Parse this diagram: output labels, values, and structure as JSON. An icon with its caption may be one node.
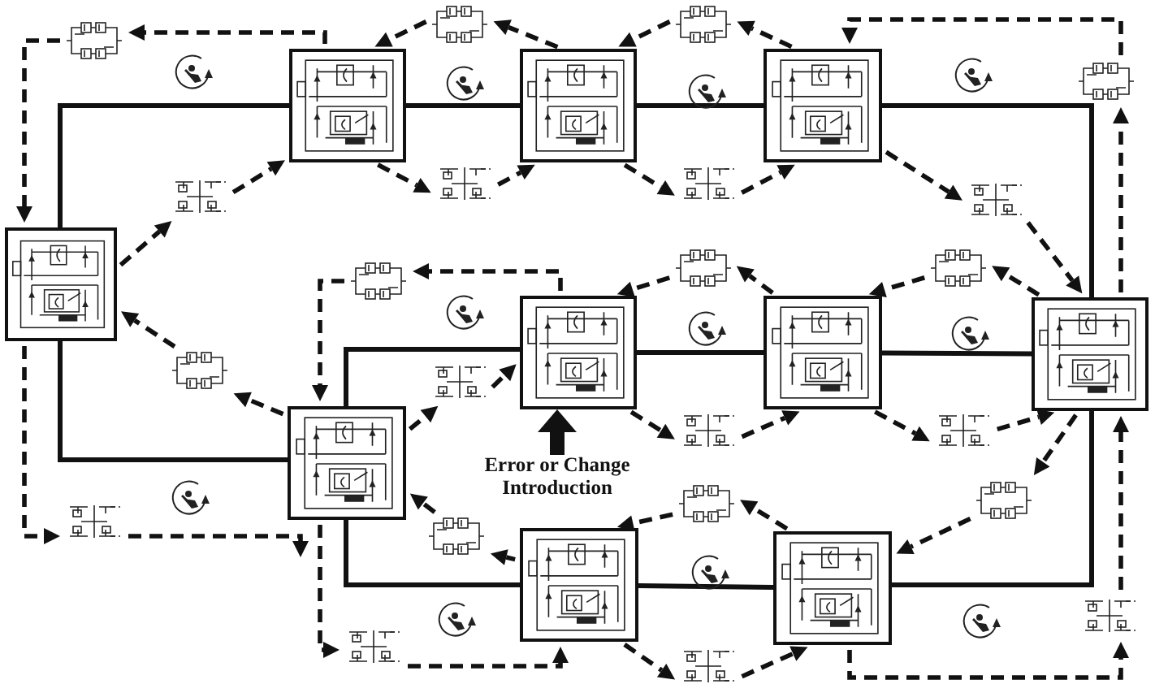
{
  "diagram": {
    "nodes": [
      {
        "text": [],
        "shape": "picture"
      },
      {
        "text": [],
        "shape": "picture"
      },
      {
        "text": [],
        "shape": "picture"
      },
      {
        "text": [],
        "shape": "box"
      },
      {
        "text": [],
        "shape": "box"
      },
      {
        "text": [],
        "shape": "box"
      },
      {
        "text": [],
        "shape": "picture"
      },
      {
        "text": [],
        "shape": "picture"
      },
      {
        "text": [],
        "shape": "picture"
      },
      {
        "text": [],
        "shape": "picture"
      },
      {
        "text": [],
        "shape": "picture"
      },
      {
        "text": [],
        "shape": "box"
      },
      {
        "text": [],
        "shape": "picture"
      },
      {
        "text": [],
        "shape": "picture"
      },
      {
        "text": [],
        "shape": "picture"
      },
      {
        "text": [],
        "shape": "box"
      },
      {
        "text": [],
        "shape": "box"
      },
      {
        "text": [],
        "shape": "box"
      },
      {
        "text": [],
        "shape": "picture"
      },
      {
        "text": [],
        "shape": "picture"
      },
      {
        "text": [],
        "shape": "picture"
      },
      {
        "text": [],
        "shape": "picture"
      },
      {
        "text": [],
        "shape": "box"
      },
      {
        "text": [
          "Error or Change Introduction"
        ]
      },
      {
        "text": [],
        "shape": "picture"
      },
      {
        "text": [],
        "shape": "picture"
      },
      {
        "text": [],
        "shape": "picture"
      },
      {
        "text": [],
        "shape": "picture"
      },
      {
        "text": [],
        "shape": "box"
      },
      {
        "text": [],
        "shape": "box"
      },
      {
        "text": [],
        "shape": "picture"
      },
      {
        "text": [],
        "shape": "picture"
      },
      {
        "text": [],
        "shape": "picture"
      }
    ],
    "edges": [
      {
        "from": 11,
        "to": 3,
        "arrow": "none"
      },
      {
        "from": 3,
        "to": 4,
        "arrow": "none"
      },
      {
        "from": 4,
        "to": 5,
        "arrow": "none"
      },
      {
        "from": 5,
        "to": 17,
        "arrow": "none"
      },
      {
        "from": 11,
        "to": 22,
        "arrow": "none"
      },
      {
        "from": 22,
        "to": 15,
        "arrow": "none"
      },
      {
        "from": 15,
        "to": 16,
        "arrow": "none"
      },
      {
        "from": 16,
        "to": 17,
        "arrow": "none"
      },
      {
        "from": 22,
        "to": 28,
        "arrow": "none"
      },
      {
        "from": 28,
        "to": 29,
        "arrow": "none"
      },
      {
        "from": 29,
        "to": 17,
        "arrow": "none"
      },
      {
        "from": 4,
        "to": 0,
        "arrow": "to",
        "style": "dashed"
      },
      {
        "from": 0,
        "to": 3,
        "arrow": "to",
        "style": "dashed"
      },
      {
        "from": 5,
        "to": 1,
        "arrow": "to",
        "style": "dashed"
      },
      {
        "from": 1,
        "to": 4,
        "arrow": "to",
        "style": "dashed"
      },
      {
        "from": 3,
        "to": 2,
        "arrow": "to",
        "style": "dashed"
      },
      {
        "from": 2,
        "to": 11,
        "arrow": "to",
        "style": "dashed"
      },
      {
        "from": 11,
        "to": 9,
        "arrow": "to",
        "style": "dashed"
      },
      {
        "from": 9,
        "to": 3,
        "arrow": "to",
        "style": "dashed"
      },
      {
        "from": 3,
        "to": 7,
        "arrow": "to",
        "style": "dashed"
      },
      {
        "from": 7,
        "to": 4,
        "arrow": "to",
        "style": "dashed"
      },
      {
        "from": 4,
        "to": 8,
        "arrow": "to",
        "style": "dashed"
      },
      {
        "from": 8,
        "to": 5,
        "arrow": "to",
        "style": "dashed"
      },
      {
        "from": 5,
        "to": 10,
        "arrow": "to",
        "style": "dashed"
      },
      {
        "from": 10,
        "to": 17,
        "arrow": "to",
        "style": "dashed"
      },
      {
        "from": 17,
        "to": 6,
        "arrow": "to",
        "style": "dashed"
      },
      {
        "from": 6,
        "to": 5,
        "arrow": "to",
        "style": "dashed"
      },
      {
        "from": 15,
        "to": 14,
        "arrow": "to",
        "style": "dashed"
      },
      {
        "from": 14,
        "to": 22,
        "arrow": "to",
        "style": "dashed"
      },
      {
        "from": 16,
        "to": 12,
        "arrow": "to",
        "style": "dashed"
      },
      {
        "from": 12,
        "to": 15,
        "arrow": "to",
        "style": "dashed"
      },
      {
        "from": 17,
        "to": 13,
        "arrow": "to",
        "style": "dashed"
      },
      {
        "from": 13,
        "to": 16,
        "arrow": "to",
        "style": "dashed"
      },
      {
        "from": 22,
        "to": 18,
        "arrow": "to",
        "style": "dashed"
      },
      {
        "from": 18,
        "to": 11,
        "arrow": "to",
        "style": "dashed"
      },
      {
        "from": 11,
        "to": 26,
        "arrow": "to",
        "style": "dashed"
      },
      {
        "from": 26,
        "to": 22,
        "arrow": "to",
        "style": "dashed"
      },
      {
        "from": 22,
        "to": 19,
        "arrow": "to",
        "style": "dashed"
      },
      {
        "from": 19,
        "to": 15,
        "arrow": "to",
        "style": "dashed"
      },
      {
        "from": 15,
        "to": 20,
        "arrow": "to",
        "style": "dashed"
      },
      {
        "from": 20,
        "to": 16,
        "arrow": "to",
        "style": "dashed"
      },
      {
        "from": 16,
        "to": 21,
        "arrow": "to",
        "style": "dashed"
      },
      {
        "from": 21,
        "to": 17,
        "arrow": "to",
        "style": "dashed"
      },
      {
        "from": 28,
        "to": 27,
        "arrow": "to",
        "style": "dashed"
      },
      {
        "from": 27,
        "to": 22,
        "arrow": "to",
        "style": "dashed"
      },
      {
        "from": 22,
        "to": 31,
        "arrow": "to",
        "style": "dashed"
      },
      {
        "from": 31,
        "to": 28,
        "arrow": "to",
        "style": "dashed"
      },
      {
        "from": 28,
        "to": 32,
        "arrow": "to",
        "style": "dashed"
      },
      {
        "from": 32,
        "to": 29,
        "arrow": "to",
        "style": "dashed"
      },
      {
        "from": 29,
        "to": 24,
        "arrow": "to",
        "style": "dashed"
      },
      {
        "from": 24,
        "to": 28,
        "arrow": "to",
        "style": "dashed"
      },
      {
        "from": 17,
        "to": 25,
        "arrow": "to",
        "style": "dashed"
      },
      {
        "from": 25,
        "to": 29,
        "arrow": "to",
        "style": "dashed"
      },
      {
        "from": 29,
        "to": 30,
        "arrow": "to",
        "style": "dashed"
      },
      {
        "from": 30,
        "to": 17,
        "arrow": "to",
        "style": "dashed"
      },
      {
        "from": 23,
        "to": 15,
        "arrow": "to",
        "style": "thick"
      }
    ]
  }
}
